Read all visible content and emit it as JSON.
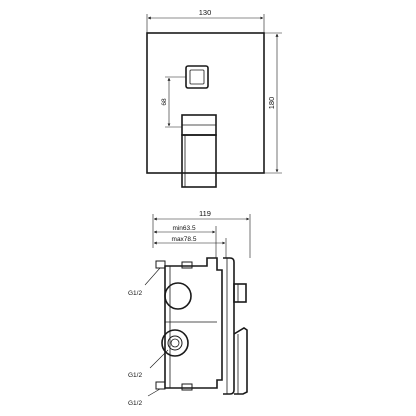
{
  "front_view": {
    "width_label": "130",
    "height_label": "180",
    "spacing_label": "68"
  },
  "side_view": {
    "depth_label": "119",
    "min_label": "min63.5",
    "max_label": "max78.5",
    "port_top_label": "G1/2",
    "port_mid_label": "G1/2",
    "port_bottom_label": "G1/2"
  }
}
